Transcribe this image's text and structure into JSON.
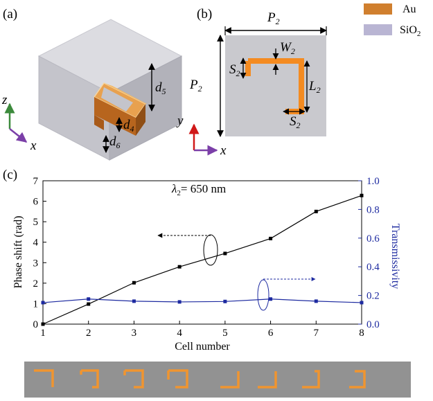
{
  "panels": {
    "a": {
      "label": "(a)",
      "dims": [
        "d5",
        "d4",
        "d6"
      ],
      "axes": [
        "z",
        "x"
      ]
    },
    "b": {
      "label": "(b)",
      "dims": [
        "P2",
        "P2",
        "W2",
        "S2",
        "L2",
        "S2"
      ],
      "axes": [
        "y",
        "x"
      ]
    },
    "c": {
      "label": "(c)"
    }
  },
  "legend": {
    "items": [
      {
        "name": "Au",
        "color": "#d07f2e"
      },
      {
        "name": "SiO2",
        "color": "#b9b5d3"
      }
    ]
  },
  "chart_data": {
    "type": "line",
    "annotation": "λ2= 650 nm",
    "xlabel": "Cell number",
    "ylabel_left": "Phase shift (rad)",
    "ylabel_right": "Transmissivity",
    "xlim": [
      1,
      8
    ],
    "ylim_left": [
      0,
      7
    ],
    "ylim_right": [
      0,
      1.0
    ],
    "x_ticks": [
      1,
      2,
      3,
      4,
      5,
      6,
      7,
      8
    ],
    "y_left_ticks": [
      0,
      1,
      2,
      3,
      4,
      5,
      6,
      7
    ],
    "y_right_ticks": [
      "0.0",
      "0.2",
      "0.4",
      "0.6",
      "0.8",
      "1.0"
    ],
    "x": [
      1,
      2,
      3,
      4,
      5,
      6,
      7,
      8
    ],
    "series": [
      {
        "axis": "left",
        "color": "#000000",
        "values": [
          0.0,
          0.98,
          2.02,
          2.8,
          3.45,
          4.18,
          5.5,
          6.28
        ]
      },
      {
        "axis": "right",
        "color": "#1d2aa0",
        "values": [
          0.15,
          0.175,
          0.16,
          0.155,
          0.158,
          0.175,
          0.16,
          0.15
        ]
      }
    ]
  }
}
